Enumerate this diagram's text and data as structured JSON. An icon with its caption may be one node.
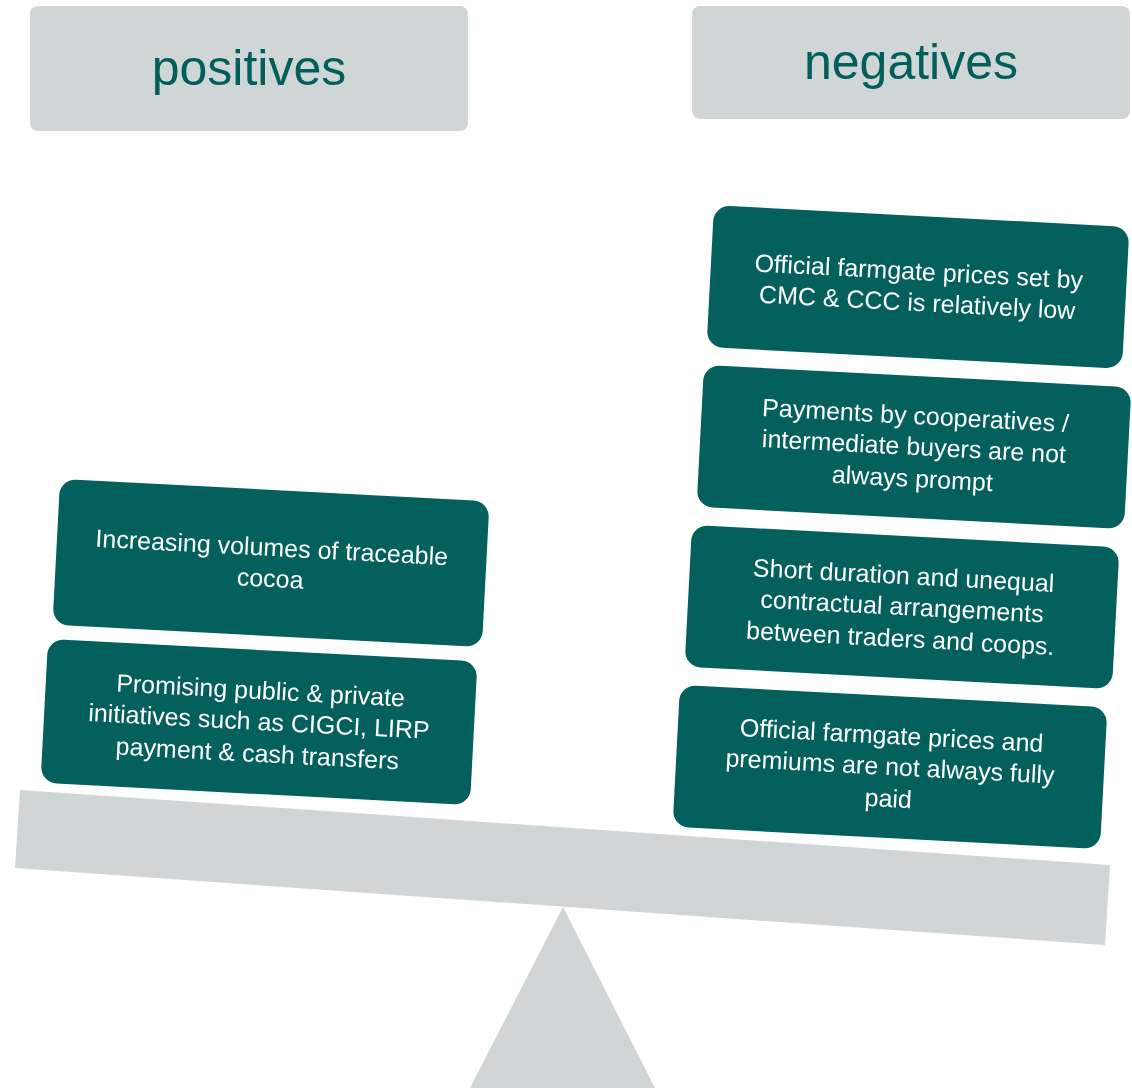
{
  "diagram": {
    "nodes": [
      {
        "text": [
          "positives"
        ]
      },
      {
        "text": [
          "negatives"
        ]
      },
      {
        "text": [
          "Increasing volumes of traceable cocoa"
        ]
      },
      {
        "text": [
          "Promising public & private initiatives such as CIGCI, LIRP payment & cash transfers"
        ]
      },
      {
        "text": [
          "Official farmgate prices set by CMC & CCC is relatively low"
        ]
      },
      {
        "text": [
          "Payments by cooperatives / intermediate buyers are not always prompt"
        ]
      },
      {
        "text": [
          "Short duration and unequal contractual arrangements between traders and coops."
        ]
      },
      {
        "text": [
          "Official farmgate prices and premiums are not always fully paid"
        ]
      }
    ]
  }
}
